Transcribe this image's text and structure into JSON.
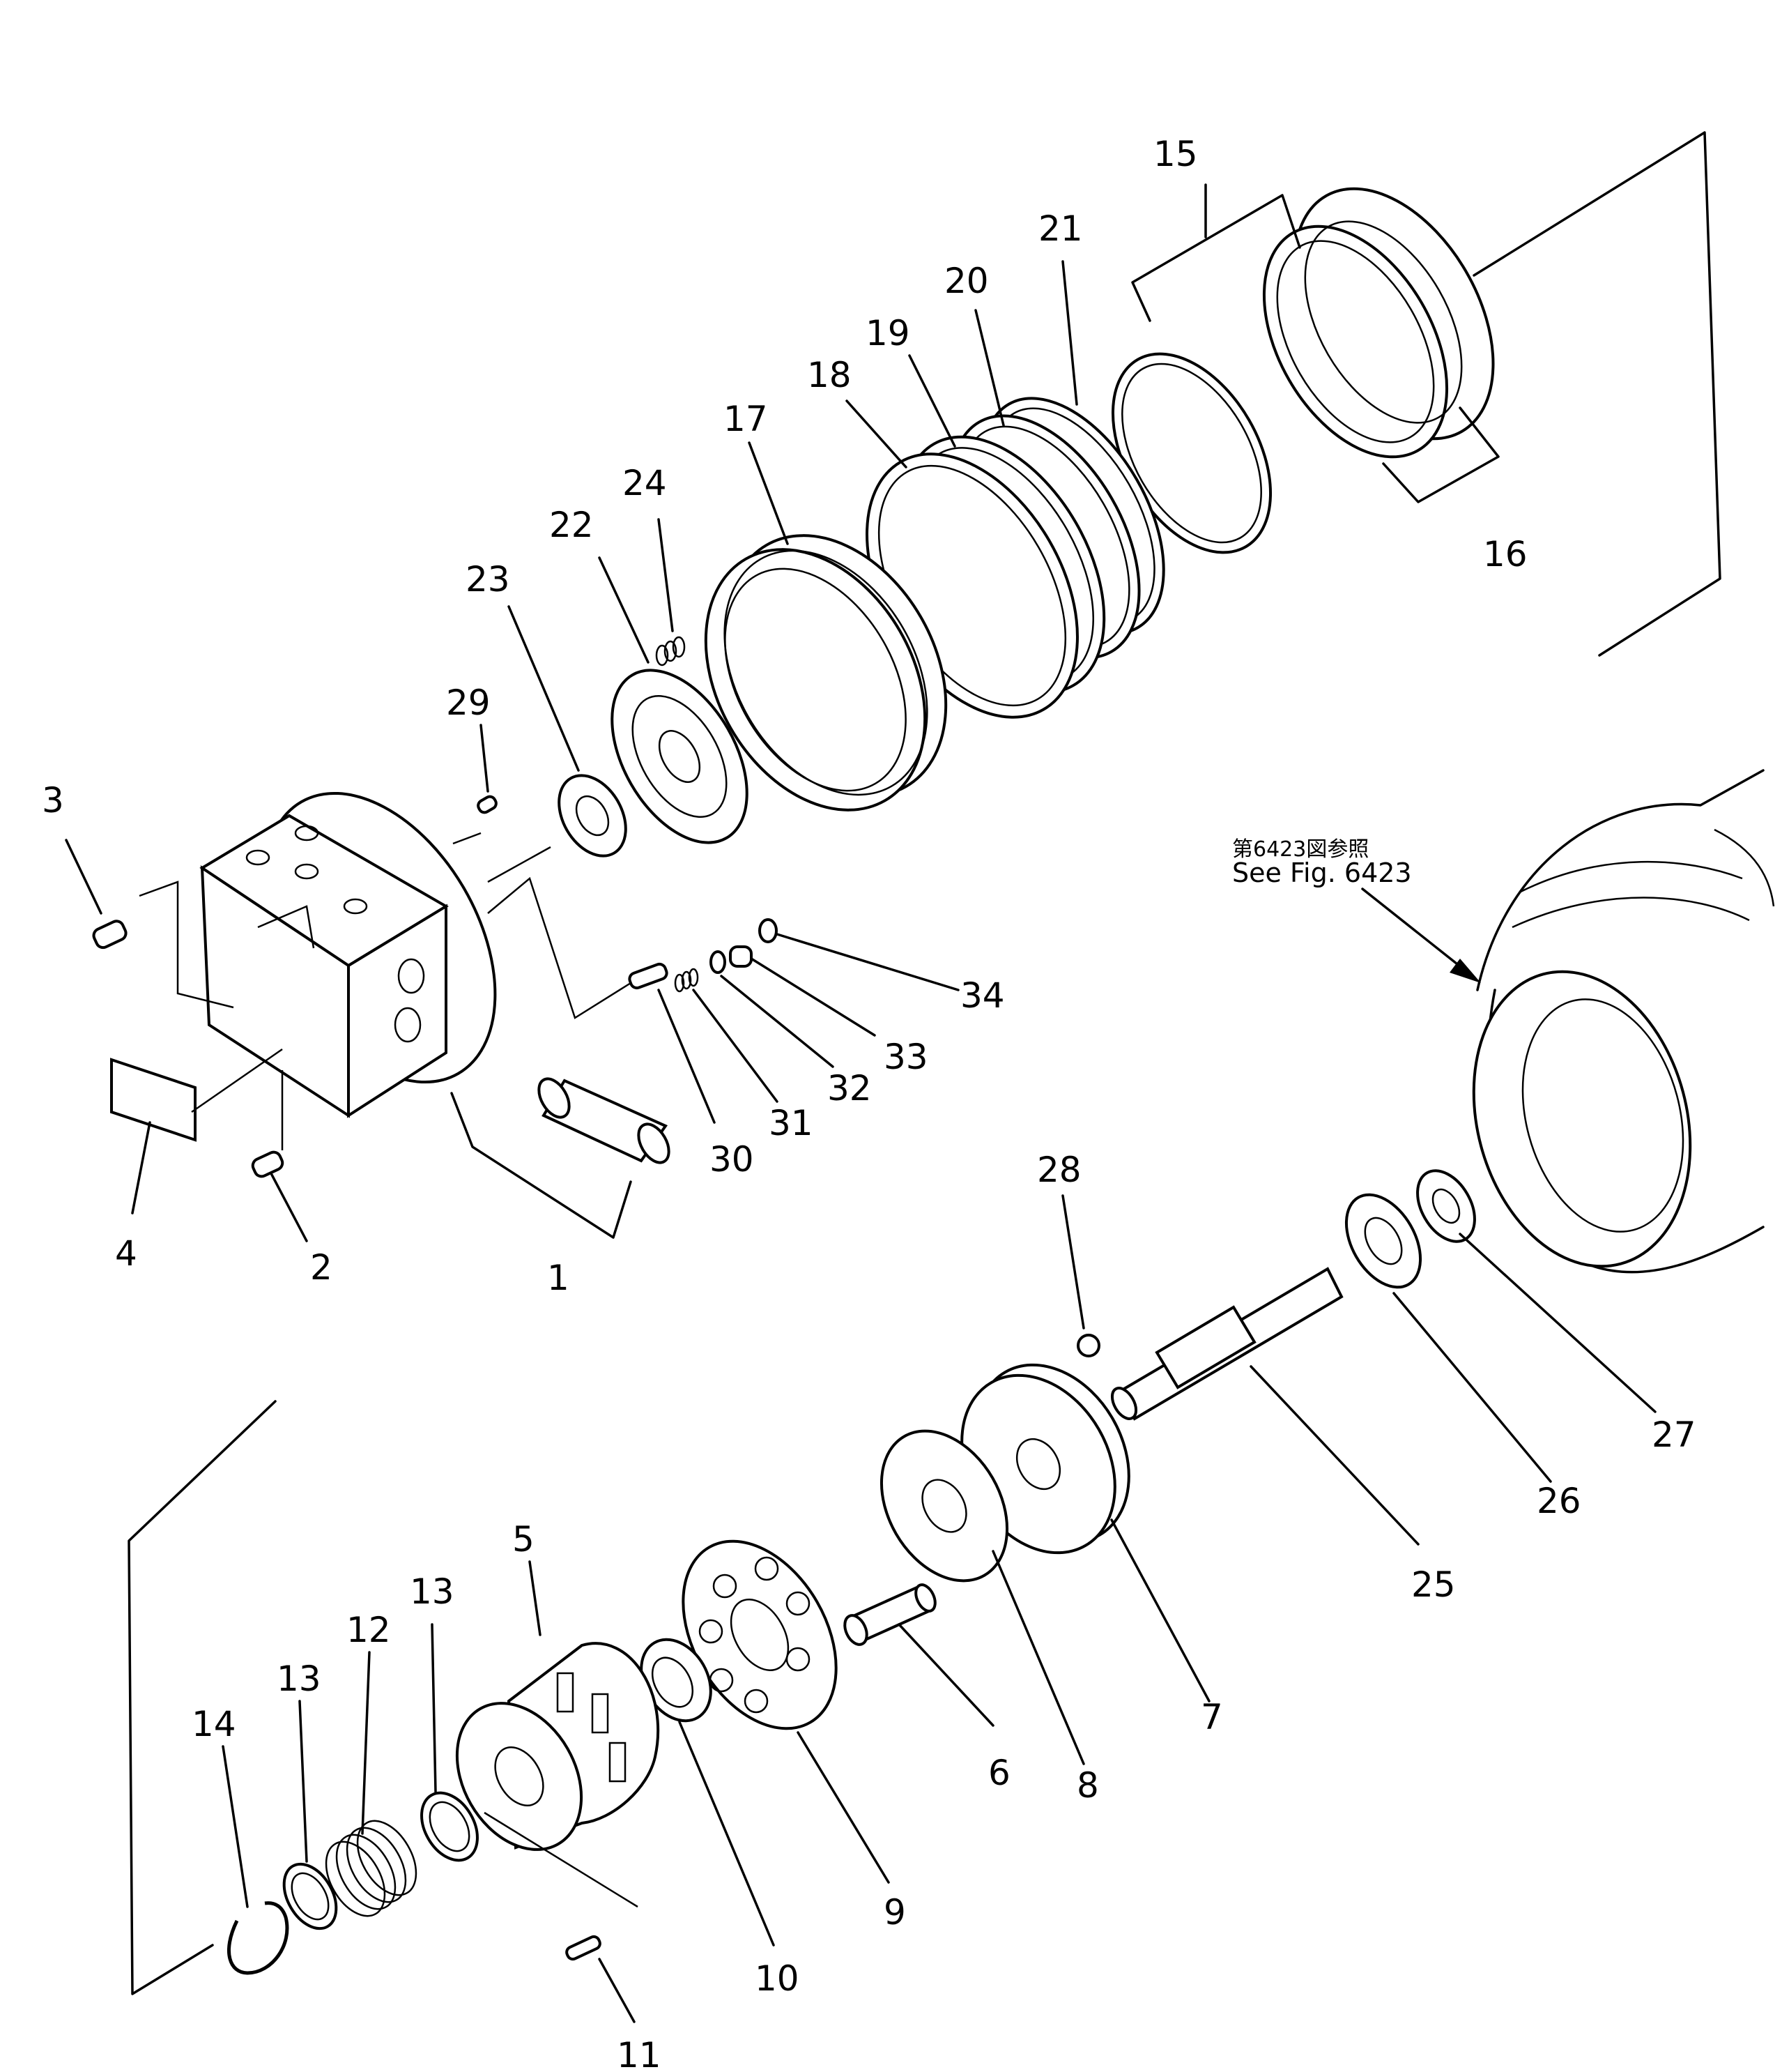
{
  "reference": {
    "jp": "第6423図参照",
    "en": "See Fig. 6423"
  },
  "labels": {
    "l1": "1",
    "l2": "2",
    "l3": "3",
    "l4": "4",
    "l5": "5",
    "l6": "6",
    "l7": "7",
    "l8": "8",
    "l9": "9",
    "l10": "10",
    "l11": "11",
    "l12": "12",
    "l13a": "13",
    "l13b": "13",
    "l14": "14",
    "l15": "15",
    "l16": "16",
    "l17": "17",
    "l18": "18",
    "l19": "19",
    "l20": "20",
    "l21": "21",
    "l22": "22",
    "l23": "23",
    "l24": "24",
    "l25": "25",
    "l26": "26",
    "l27": "27",
    "l28": "28",
    "l29": "29",
    "l30": "30",
    "l31": "31",
    "l32": "32",
    "l33": "33",
    "l34": "34"
  }
}
